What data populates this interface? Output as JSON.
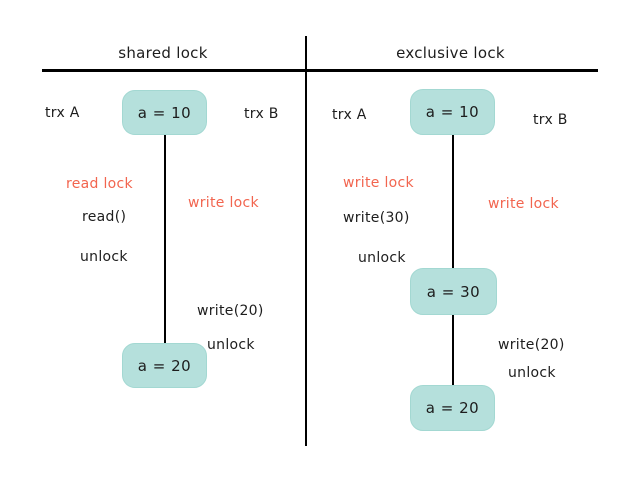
{
  "colors": {
    "box_fill": "#b5e0dc",
    "box_edge": "#a3d8d2",
    "lock_label": "#f2654f",
    "text": "#1d1d1d",
    "line": "#000000"
  },
  "shared_panel": {
    "title": "shared lock",
    "trx_a_label": "trx A",
    "trx_b_label": "trx B",
    "node_initial": "a = 10",
    "node_final": "a = 20",
    "trx_a_steps": {
      "lock": "read lock",
      "op": "read()",
      "unlock": "unlock"
    },
    "trx_b_steps": {
      "lock": "write lock",
      "op": "write(20)",
      "unlock": "unlock"
    }
  },
  "exclusive_panel": {
    "title": "exclusive lock",
    "trx_a_label": "trx A",
    "trx_b_label": "trx B",
    "node_initial": "a = 10",
    "node_mid": "a = 30",
    "node_final": "a = 20",
    "trx_a_steps": {
      "lock": "write lock",
      "op": "write(30)",
      "unlock": "unlock"
    },
    "trx_b_steps": {
      "lock": "write lock",
      "op": "write(20)",
      "unlock": "unlock"
    }
  }
}
